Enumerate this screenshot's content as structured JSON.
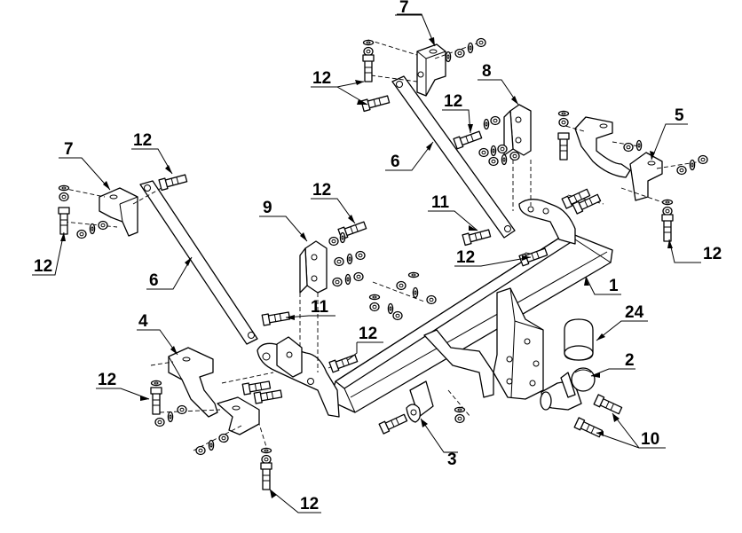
{
  "diagram": {
    "callouts": [
      {
        "id": "c7a",
        "text": "7"
      },
      {
        "id": "c12a",
        "text": "12"
      },
      {
        "id": "c12b",
        "text": "12"
      },
      {
        "id": "c8",
        "text": "8"
      },
      {
        "id": "c5",
        "text": "5"
      },
      {
        "id": "c6a",
        "text": "6"
      },
      {
        "id": "c12c",
        "text": "12"
      },
      {
        "id": "c7b",
        "text": "7"
      },
      {
        "id": "c12d",
        "text": "12"
      },
      {
        "id": "c9",
        "text": "9"
      },
      {
        "id": "c11a",
        "text": "11"
      },
      {
        "id": "c12e",
        "text": "12"
      },
      {
        "id": "c12f",
        "text": "12"
      },
      {
        "id": "c6b",
        "text": "6"
      },
      {
        "id": "c1",
        "text": "1"
      },
      {
        "id": "c12g",
        "text": "12"
      },
      {
        "id": "c11b",
        "text": "11"
      },
      {
        "id": "c24",
        "text": "24"
      },
      {
        "id": "c4",
        "text": "4"
      },
      {
        "id": "c12h",
        "text": "12"
      },
      {
        "id": "c2",
        "text": "2"
      },
      {
        "id": "c12i",
        "text": "12"
      },
      {
        "id": "c3",
        "text": "3"
      },
      {
        "id": "c10",
        "text": "10"
      },
      {
        "id": "c12j",
        "text": "12"
      }
    ]
  }
}
